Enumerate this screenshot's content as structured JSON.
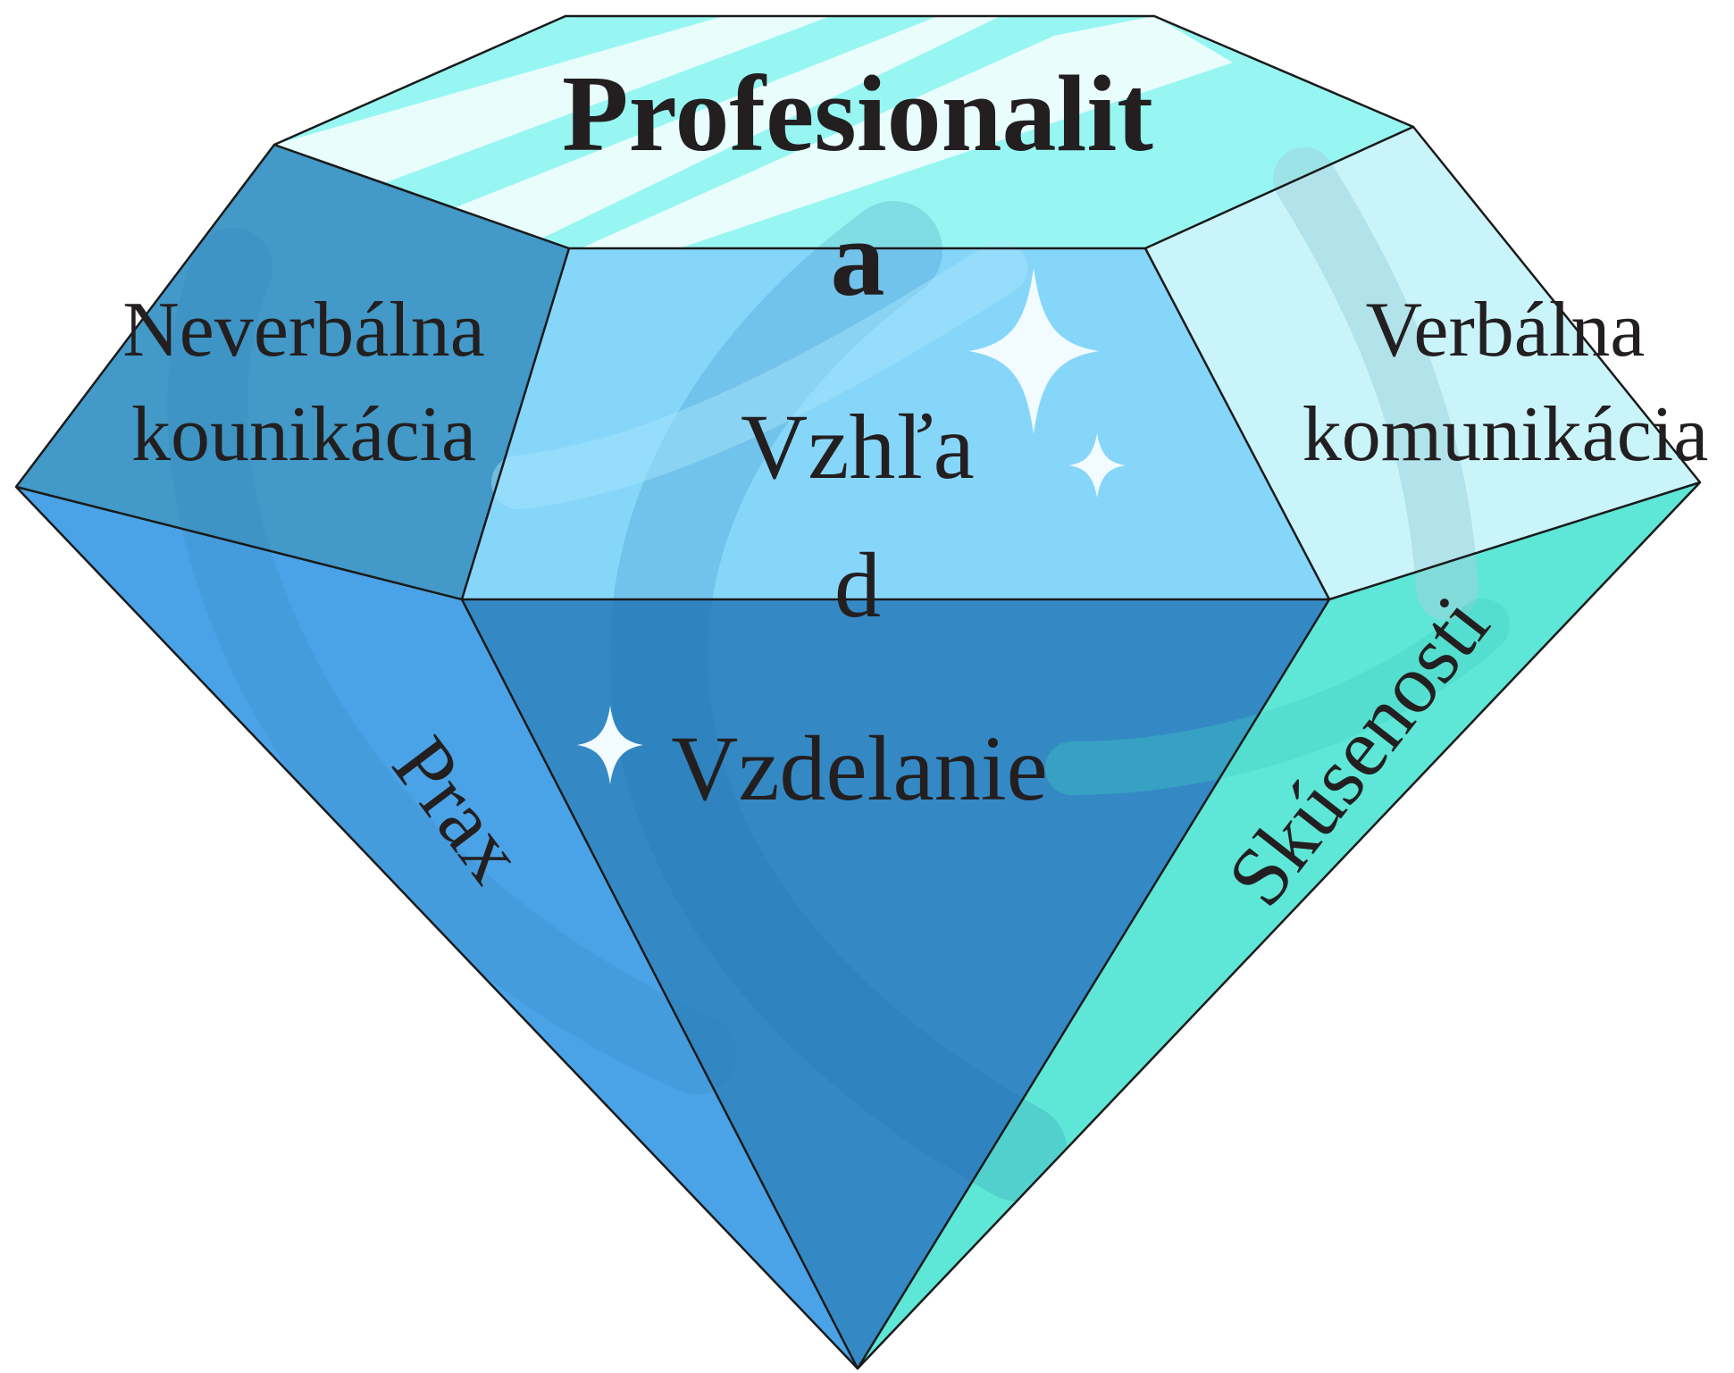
{
  "diagram": {
    "title": {
      "line1": "Profesionalit",
      "line2": "a"
    },
    "center": {
      "line1": "Vzhľa",
      "line2": "d"
    },
    "left": {
      "line1": "Neverbálna",
      "line2": "kounikácia"
    },
    "right": {
      "line1": "Verbálna",
      "line2": "komunikácia"
    },
    "bottom_center": "Vzdelanie",
    "bottom_left": "Prax",
    "bottom_right": "Skúsenosti"
  },
  "colors": {
    "table": "#97f6f2",
    "table_stripe": "#e9fdfd",
    "upper_left": "#4399c7",
    "upper_center": "#86d6fa",
    "upper_right": "#c9f4fa",
    "lower_left": "#4aa3e6",
    "lower_center": "#3489c5",
    "lower_right": "#5ee6d6",
    "outline": "#1a1a1a",
    "sparkle": "#f2fbff",
    "text": "#231f20"
  }
}
